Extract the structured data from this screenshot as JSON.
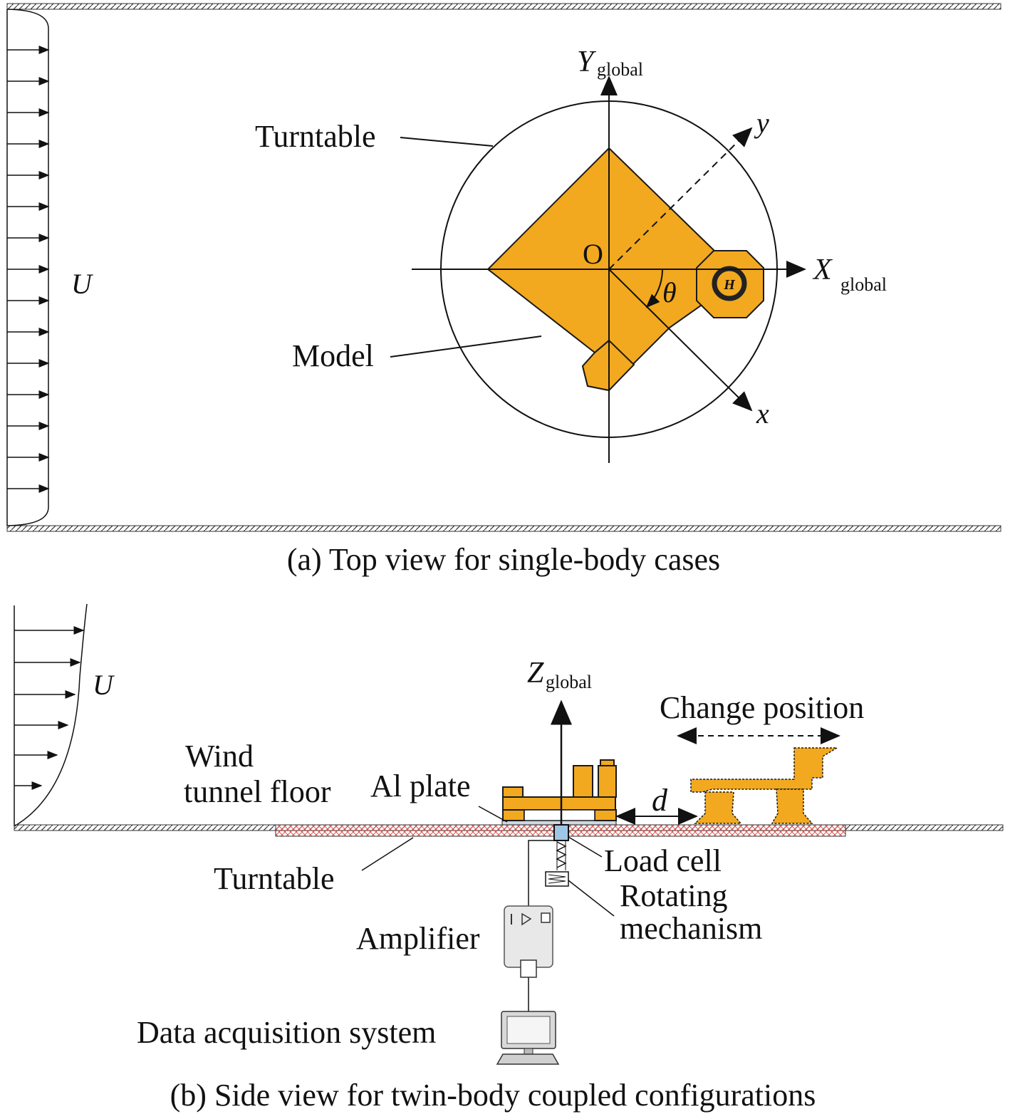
{
  "colors": {
    "model_fill": "#F2A91F",
    "model_stroke": "#1a1a1a",
    "turntable_hatch": "#d9534f",
    "line": "#111111"
  },
  "panel_a": {
    "caption": "(a) Top view for single-body cases",
    "flow_label": "U",
    "turntable_label": "Turntable",
    "model_label": "Model",
    "origin_label": "O",
    "angle_label": "θ",
    "marker_label": "H",
    "axes": {
      "y_global_main": "Y",
      "y_global_sub": "global",
      "x_global_main": "X",
      "x_global_sub": "global",
      "local_x": "x",
      "local_y": "y"
    }
  },
  "panel_b": {
    "caption": "(b) Side view for twin-body coupled configurations",
    "flow_label": "U",
    "z_global_main": "Z",
    "z_global_sub": "global",
    "change_position_label": "Change position",
    "gap_label": "d",
    "floor_label_line1": "Wind",
    "floor_label_line2": "tunnel floor",
    "plate_label": "Al plate",
    "load_cell_label": "Load cell",
    "rotating_label_line1": "Rotating",
    "rotating_label_line2": "mechanism",
    "turntable_label": "Turntable",
    "amplifier_label": "Amplifier",
    "daq_label": "Data acquisition system"
  }
}
